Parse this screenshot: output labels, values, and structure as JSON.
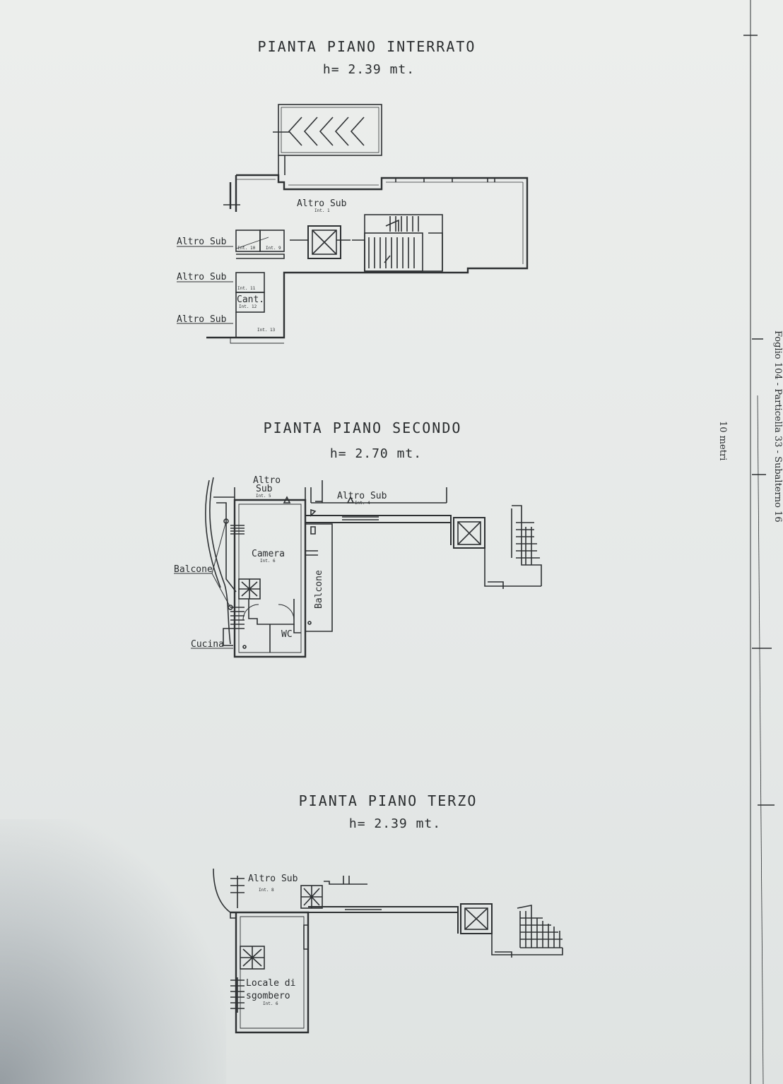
{
  "floors": [
    {
      "title": "PIANTA PIANO INTERRATO",
      "height": "h= 2.39 mt."
    },
    {
      "title": "PIANTA PIANO SECONDO",
      "height": "h= 2.70 mt."
    },
    {
      "title": "PIANTA PIANO TERZO",
      "height": "h= 2.39 mt."
    }
  ],
  "labels": {
    "altro_sub": "Altro Sub",
    "altro": "Altro",
    "sub": "Sub",
    "cant": "Cant.",
    "int_1": "Int. 1",
    "int_4": "Int. 4",
    "int_5": "Int. 5",
    "int_6": "Int. 6",
    "int_8": "Int. 8",
    "int_9": "Int. 9",
    "int_10": "Int. 10",
    "int_11": "Int. 11",
    "int_12": "Int. 12",
    "int_13": "Int. 13",
    "camera": "Camera",
    "balcone": "Balcone",
    "cucina": "Cucina",
    "wc": "WC",
    "locale_di": "Locale di",
    "sgombero": "sgombero"
  },
  "side_text": {
    "scale": "10 metri",
    "reference": "Foglio 104 - Particella 33 - Subalterno 16"
  }
}
